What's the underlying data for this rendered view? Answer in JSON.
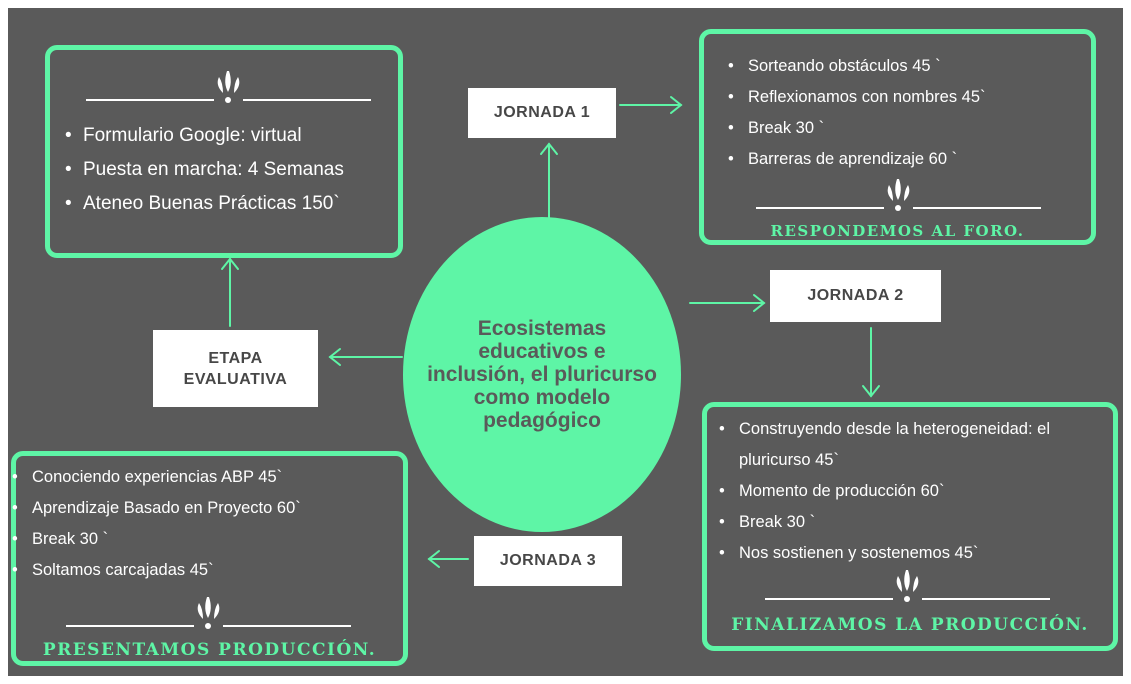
{
  "center": {
    "title": "Ecosistemas educativos e inclusión, el pluricurso como modelo pedagógico"
  },
  "labels": {
    "jornada1": "JORNADA 1",
    "jornada2": "JORNADA 2",
    "jornada3": "JORNADA 3",
    "etapa_line1": "ETAPA",
    "etapa_line2": "EVALUATIVA"
  },
  "box_etapa": {
    "items": [
      "Formulario Google: virtual",
      "Puesta en marcha: 4 Semanas",
      "Ateneo Buenas Prácticas 150`"
    ]
  },
  "box_jornada1": {
    "items": [
      "Sorteando obstáculos 45 `",
      "Reflexionamos con nombres 45`",
      "Break 30 `",
      "Barreras de aprendizaje 60 `"
    ],
    "footer": "RESPONDEMOS AL FORO."
  },
  "box_jornada2": {
    "items": [
      "Construyendo  desde la heterogeneidad: el pluricurso 45`",
      "Momento de producción 60`",
      "Break 30 `",
      "Nos sostienen y sostenemos 45`"
    ],
    "footer": "FINALIZAMOS LA PRODUCCIÓN."
  },
  "box_jornada3": {
    "items": [
      "Conociendo experiencias ABP 45`",
      "Aprendizaje Basado en Proyecto 60`",
      "Break 30 `",
      "Soltamos carcajadas 45`"
    ],
    "footer": "PRESENTAMOS PRODUCCIÓN."
  },
  "colors": {
    "background": "#5a5a5a",
    "accent": "#5ef5a6",
    "label_text": "#474747",
    "text": "#ffffff"
  },
  "icons": {
    "decoration": "sparkle-divider-icon",
    "connector": "arrow-icon"
  }
}
